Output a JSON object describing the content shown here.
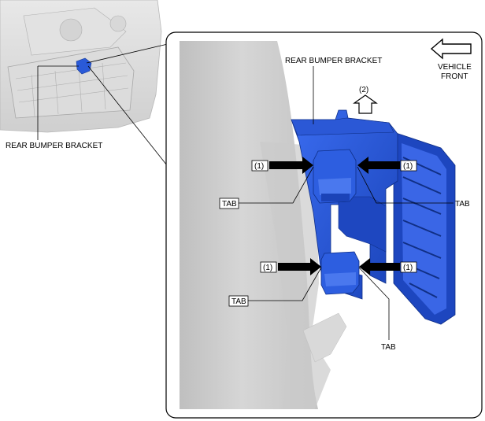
{
  "overview": {
    "label": "REAR BUMPER BRACKET"
  },
  "detail": {
    "bracket_label": "REAR BUMPER BRACKET",
    "vehicle_front": [
      "VEHICLE",
      "FRONT"
    ],
    "callouts": {
      "step_1": "(1)",
      "step_2": "(2)",
      "tab": "TAB"
    }
  },
  "colors": {
    "bracket_blue": "#1f4fc9",
    "bracket_dark": "#173a96",
    "body_grey": "#d0d0d0",
    "arrow": "#000000"
  }
}
